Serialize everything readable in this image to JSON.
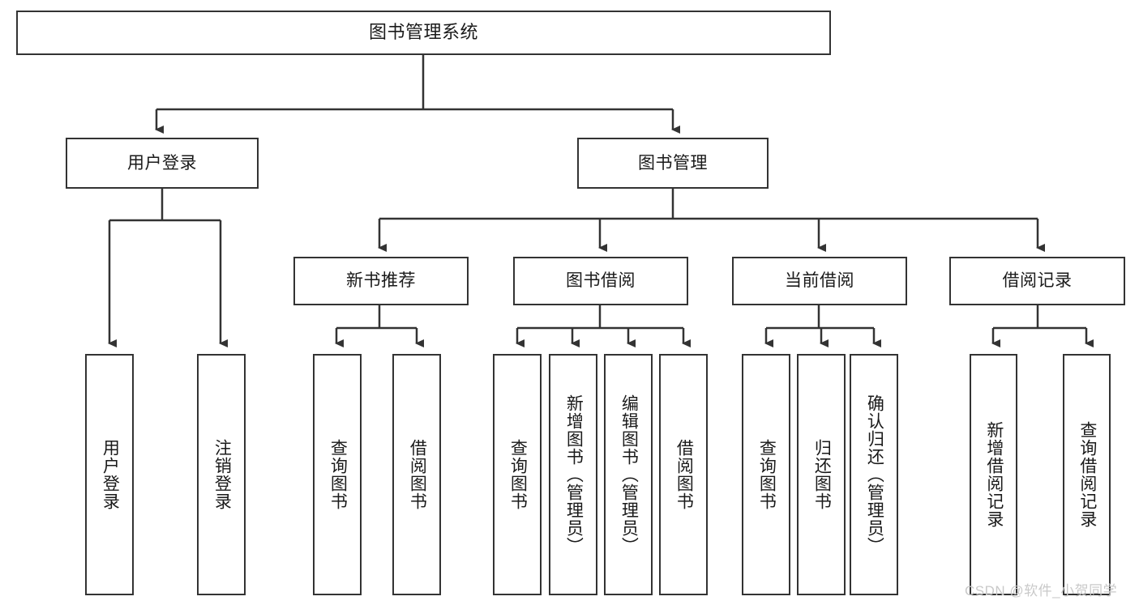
{
  "diagram": {
    "title": "图书管理系统",
    "type": "tree-hierarchy-chart",
    "root": {
      "label": "图书管理系统"
    },
    "level2": [
      {
        "label": "用户登录"
      },
      {
        "label": "图书管理"
      }
    ],
    "level3": [
      {
        "label": "新书推荐"
      },
      {
        "label": "图书借阅"
      },
      {
        "label": "当前借阅"
      },
      {
        "label": "借阅记录"
      }
    ],
    "leaves": {
      "user_login": [
        {
          "label": "用户登录"
        },
        {
          "label": "注销登录"
        }
      ],
      "new_book_recommend": [
        {
          "label": "查询图书"
        },
        {
          "label": "借阅图书"
        }
      ],
      "book_borrow": [
        {
          "label": "查询图书"
        },
        {
          "label": "新增图书（管理员）"
        },
        {
          "label": "编辑图书（管理员）"
        },
        {
          "label": "借阅图书"
        }
      ],
      "current_borrow": [
        {
          "label": "查询图书"
        },
        {
          "label": "归还图书"
        },
        {
          "label": "确认归还（管理员）"
        }
      ],
      "borrow_record": [
        {
          "label": "新增借阅记录"
        },
        {
          "label": "查询借阅记录"
        }
      ]
    }
  },
  "watermark": {
    "text": "CSDN @软件_小贺同学"
  },
  "colors": {
    "box_border": "#333333",
    "box_fill": "#ffffff",
    "text": "#1a1a1a",
    "edge": "#333333",
    "watermark": "#c9c9c9"
  }
}
